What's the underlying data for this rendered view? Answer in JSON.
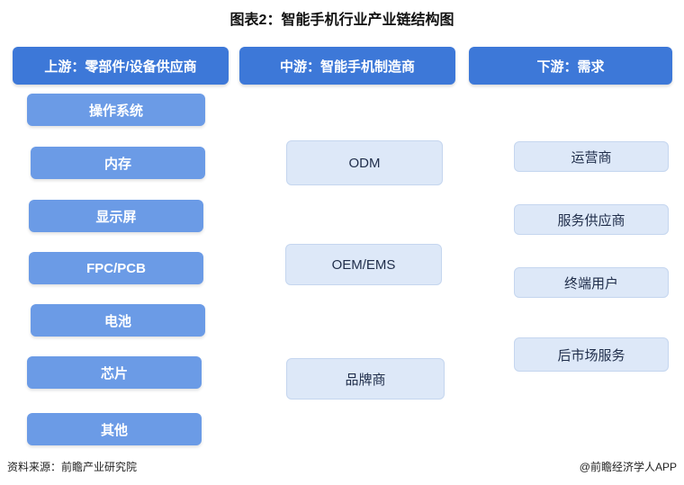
{
  "title": "图表2：智能手机行业产业链结构图",
  "columns": {
    "upstream": {
      "header": "上游：零部件/设备供应商",
      "items": [
        "操作系统",
        "内存",
        "显示屏",
        "FPC/PCB",
        "电池",
        "芯片",
        "其他"
      ]
    },
    "midstream": {
      "header": "中游：智能手机制造商",
      "items": [
        "ODM",
        "OEM/EMS",
        "品牌商"
      ]
    },
    "downstream": {
      "header": "下游：需求",
      "items": [
        "运营商",
        "服务供应商",
        "终端用户",
        "后市场服务"
      ]
    }
  },
  "footer": {
    "source": "资料来源：前瞻产业研究院",
    "credit": "@前瞻经济学人APP"
  },
  "colors": {
    "header_bg": "#3d78d8",
    "upstream_box": "#6b9be6",
    "light_box": "#dde8f8"
  }
}
